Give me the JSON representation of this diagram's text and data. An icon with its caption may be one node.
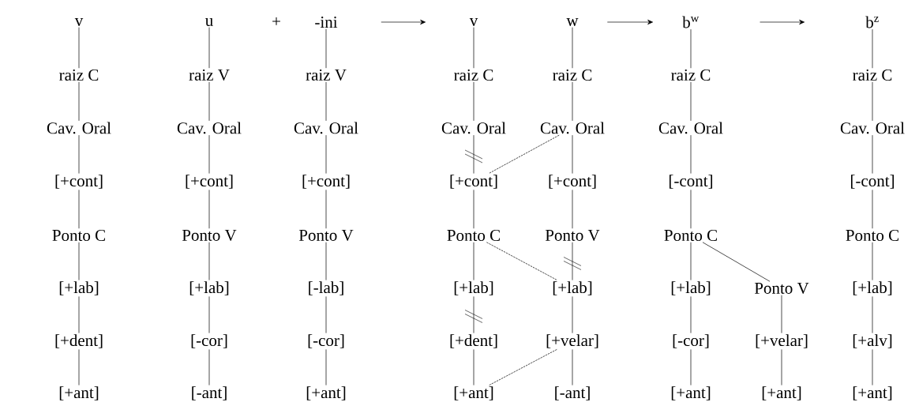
{
  "diagram": {
    "nodes": [
      {
        "text": [
          "v"
        ]
      },
      {
        "text": [
          "raiz C"
        ]
      },
      {
        "text": [
          "Cav. Oral"
        ]
      },
      {
        "text": [
          "[+cont]"
        ]
      },
      {
        "text": [
          "Ponto C"
        ]
      },
      {
        "text": [
          "[+lab]"
        ]
      },
      {
        "text": [
          "[+dent]"
        ]
      },
      {
        "text": [
          "[+ant]"
        ]
      },
      {
        "text": [
          "u"
        ]
      },
      {
        "text": [
          "raiz V"
        ]
      },
      {
        "text": [
          "Cav. Oral"
        ]
      },
      {
        "text": [
          "[+cont]"
        ]
      },
      {
        "text": [
          "Ponto V"
        ]
      },
      {
        "text": [
          "[+lab]"
        ]
      },
      {
        "text": [
          "[-cor]"
        ]
      },
      {
        "text": [
          "[-ant]"
        ]
      },
      {
        "text": [
          "-ini"
        ]
      },
      {
        "text": [
          "raiz V"
        ]
      },
      {
        "text": [
          "Cav. Oral"
        ]
      },
      {
        "text": [
          "[+cont]"
        ]
      },
      {
        "text": [
          "Ponto V"
        ]
      },
      {
        "text": [
          "[-lab]"
        ]
      },
      {
        "text": [
          "[-cor]"
        ]
      },
      {
        "text": [
          "[+ant]"
        ]
      },
      {
        "text": [
          "v"
        ]
      },
      {
        "text": [
          "raiz C"
        ]
      },
      {
        "text": [
          "Cav. Oral"
        ]
      },
      {
        "text": [
          "[+cont]"
        ]
      },
      {
        "text": [
          "Ponto C"
        ]
      },
      {
        "text": [
          "[+lab]"
        ]
      },
      {
        "text": [
          "[+dent]"
        ]
      },
      {
        "text": [
          "[+ant]"
        ]
      },
      {
        "text": [
          "w"
        ]
      },
      {
        "text": [
          "raiz C"
        ]
      },
      {
        "text": [
          "Cav. Oral"
        ]
      },
      {
        "text": [
          "[+cont]"
        ]
      },
      {
        "text": [
          "Ponto V"
        ]
      },
      {
        "text": [
          "[+lab]"
        ]
      },
      {
        "text": [
          "[+velar]"
        ]
      },
      {
        "text": [
          "[-ant]"
        ]
      },
      {
        "text": [
          "b$^{w}$"
        ]
      },
      {
        "text": [
          "raiz C"
        ]
      },
      {
        "text": [
          "Cav. Oral"
        ]
      },
      {
        "text": [
          "[-cont]"
        ]
      },
      {
        "text": [
          "Ponto C"
        ]
      },
      {
        "text": [
          "[+lab]"
        ]
      },
      {
        "text": [
          "[-cor]"
        ]
      },
      {
        "text": [
          "[+ant]"
        ]
      },
      {
        "text": [
          "Ponto V"
        ]
      },
      {
        "text": [
          "[+velar]"
        ]
      },
      {
        "text": [
          "[+ant]"
        ]
      },
      {
        "text": [
          "b$^{z}$"
        ]
      },
      {
        "text": [
          "raiz C"
        ]
      },
      {
        "text": [
          "Cav. Oral"
        ]
      },
      {
        "text": [
          "[-cont]"
        ]
      },
      {
        "text": [
          "Ponto C"
        ]
      },
      {
        "text": [
          "[+lab]"
        ]
      },
      {
        "text": [
          "[+alv]"
        ]
      },
      {
        "text": [
          "[+ant]"
        ]
      }
    ],
    "edges": [
      {
        "from": 0,
        "to": 1,
        "arrow": "none"
      },
      {
        "from": 1,
        "to": 2,
        "arrow": "none"
      },
      {
        "from": 2,
        "to": 3,
        "arrow": "none"
      },
      {
        "from": 3,
        "to": 4,
        "arrow": "none"
      },
      {
        "from": 4,
        "to": 5,
        "arrow": "none"
      },
      {
        "from": 5,
        "to": 6,
        "arrow": "none"
      },
      {
        "from": 6,
        "to": 7,
        "arrow": "none"
      },
      {
        "from": 8,
        "to": 9,
        "arrow": "none"
      },
      {
        "from": 9,
        "to": 10,
        "arrow": "none"
      },
      {
        "from": 10,
        "to": 11,
        "arrow": "none"
      },
      {
        "from": 11,
        "to": 12,
        "arrow": "none"
      },
      {
        "from": 12,
        "to": 13,
        "arrow": "none"
      },
      {
        "from": 13,
        "to": 14,
        "arrow": "none"
      },
      {
        "from": 14,
        "to": 15,
        "arrow": "none"
      },
      {
        "from": 16,
        "to": 17,
        "arrow": "none"
      },
      {
        "from": 17,
        "to": 18,
        "arrow": "none"
      },
      {
        "from": 18,
        "to": 19,
        "arrow": "none"
      },
      {
        "from": 19,
        "to": 20,
        "arrow": "none"
      },
      {
        "from": 20,
        "to": 21,
        "arrow": "none"
      },
      {
        "from": 21,
        "to": 22,
        "arrow": "none"
      },
      {
        "from": 22,
        "to": 23,
        "arrow": "none"
      },
      {
        "from": 24,
        "to": 25,
        "arrow": "none"
      },
      {
        "from": 25,
        "to": 26,
        "arrow": "none"
      },
      {
        "from": 26,
        "to": 27,
        "arrow": "none"
      },
      {
        "from": 27,
        "to": 28,
        "arrow": "none"
      },
      {
        "from": 28,
        "to": 29,
        "arrow": "none"
      },
      {
        "from": 29,
        "to": 30,
        "arrow": "none"
      },
      {
        "from": 30,
        "to": 31,
        "arrow": "none"
      },
      {
        "from": 32,
        "to": 33,
        "arrow": "none"
      },
      {
        "from": 33,
        "to": 34,
        "arrow": "none"
      },
      {
        "from": 34,
        "to": 35,
        "arrow": "none"
      },
      {
        "from": 35,
        "to": 36,
        "arrow": "none"
      },
      {
        "from": 36,
        "to": 37,
        "arrow": "none"
      },
      {
        "from": 37,
        "to": 38,
        "arrow": "none"
      },
      {
        "from": 38,
        "to": 39,
        "arrow": "none"
      },
      {
        "from": 34,
        "to": 27,
        "arrow": "none",
        "style": "dashed"
      },
      {
        "from": 28,
        "to": 37,
        "arrow": "none",
        "style": "dashed"
      },
      {
        "from": 38,
        "to": 31,
        "arrow": "none",
        "style": "dashed"
      },
      {
        "from": 40,
        "to": 41,
        "arrow": "none"
      },
      {
        "from": 41,
        "to": 42,
        "arrow": "none"
      },
      {
        "from": 42,
        "to": 43,
        "arrow": "none"
      },
      {
        "from": 43,
        "to": 44,
        "arrow": "none"
      },
      {
        "from": 44,
        "to": 45,
        "arrow": "none"
      },
      {
        "from": 45,
        "to": 46,
        "arrow": "none"
      },
      {
        "from": 46,
        "to": 47,
        "arrow": "none"
      },
      {
        "from": 44,
        "to": 48,
        "arrow": "none"
      },
      {
        "from": 48,
        "to": 49,
        "arrow": "none"
      },
      {
        "from": 49,
        "to": 50,
        "arrow": "none"
      },
      {
        "from": 51,
        "to": 52,
        "arrow": "none"
      },
      {
        "from": 52,
        "to": 53,
        "arrow": "none"
      },
      {
        "from": 53,
        "to": 54,
        "arrow": "none"
      },
      {
        "from": 54,
        "to": 55,
        "arrow": "none"
      },
      {
        "from": 55,
        "to": 56,
        "arrow": "none"
      },
      {
        "from": 56,
        "to": 57,
        "arrow": "none"
      },
      {
        "from": 57,
        "to": 58,
        "arrow": "none"
      },
      {
        "from": 16,
        "to": 24,
        "arrow": "to"
      },
      {
        "from": 32,
        "to": 40,
        "arrow": "to"
      },
      {
        "from": 40,
        "to": 51,
        "arrow": "to"
      }
    ],
    "labels": [
      "+"
    ]
  }
}
